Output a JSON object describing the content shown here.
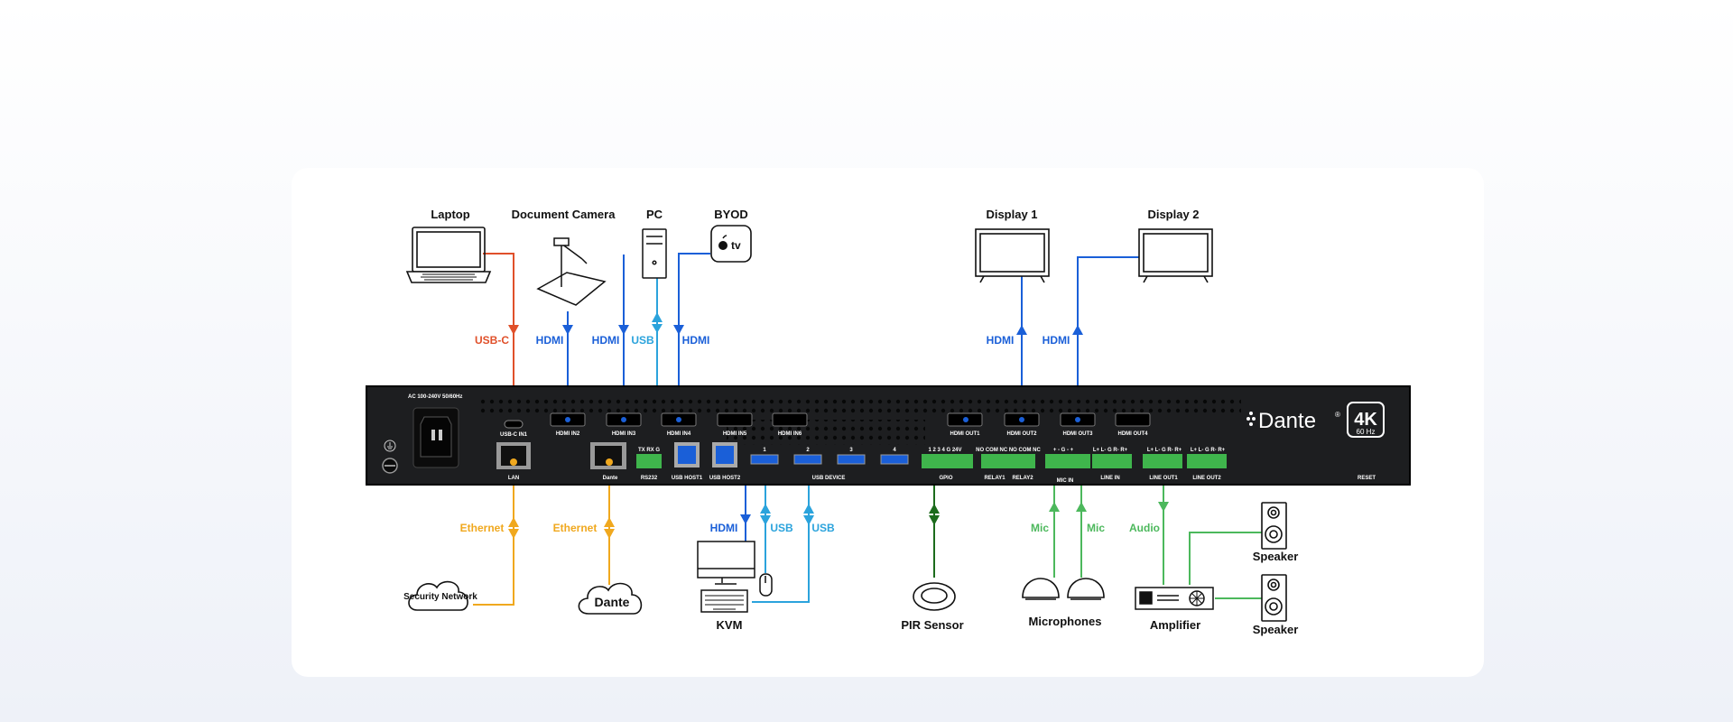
{
  "devices": {
    "laptop": "Laptop",
    "document_camera": "Document Camera",
    "pc": "PC",
    "byod": "BYOD",
    "display1": "Display 1",
    "display2": "Display 2",
    "security_network": "Security Network",
    "dante_cloud": "Dante",
    "kvm": "KVM",
    "pir_sensor": "PIR Sensor",
    "microphones": "Microphones",
    "amplifier": "Amplifier",
    "speaker_top": "Speaker",
    "speaker_bottom": "Speaker",
    "tv_logo": "tv"
  },
  "connections": {
    "usbc": "USB-C",
    "hdmi_doc": "HDMI",
    "hdmi_pc": "HDMI",
    "usb_pc": "USB",
    "hdmi_byod": "HDMI",
    "hdmi_display1": "HDMI",
    "hdmi_display2": "HDMI",
    "ethernet_lan": "Ethernet",
    "ethernet_dante": "Ethernet",
    "hdmi_kvm": "HDMI",
    "usb_kvm1": "USB",
    "usb_kvm2": "USB",
    "mic1": "Mic",
    "mic2": "Mic",
    "audio": "Audio"
  },
  "ports": {
    "power": "AC 100-240V 50/60Hz",
    "usbc_in1": "USB-C IN1",
    "lan": "LAN",
    "dante_port": "Dante",
    "hdmi_in2": "HDMI IN2",
    "hdmi_in3": "HDMI IN3",
    "hdmi_in4": "HDMI IN4",
    "hdmi_in5": "HDMI IN5",
    "hdmi_in6": "HDMI IN6",
    "rs232_pins": "TX RX G",
    "rs232": "RS232",
    "usb_host1": "USB HOST1",
    "usb_host2": "USB HOST2",
    "usb_dev_1": "1",
    "usb_dev_2": "2",
    "usb_dev_3": "3",
    "usb_dev_4": "4",
    "usb_device": "USB DEVICE",
    "gpio_pins": "1 2 3 4 G 24V",
    "gpio": "GPIO",
    "hdmi_out1": "HDMI OUT1",
    "hdmi_out2": "HDMI OUT2",
    "hdmi_out3": "HDMI OUT3",
    "hdmi_out4": "HDMI OUT4",
    "relay_pins": "NO COM NC NO COM NC",
    "relay1": "RELAY1",
    "relay2": "RELAY2",
    "mic_pins": "+ - G - +",
    "mic_in": "MIC IN",
    "line_in_pins": "L+ L- G R- R+",
    "line_in": "LINE IN",
    "line_out1_pins": "L+ L- G R- R+",
    "line_out1": "LINE OUT1",
    "line_out2_pins": "L+ L- G R- R+",
    "line_out2": "LINE OUT2",
    "reset": "RESET"
  },
  "brand": {
    "name": "Dante",
    "registered": "®",
    "resolution": "4K",
    "refresh": "60 Hz"
  },
  "colors": {
    "hdmi": "#1a5fd8",
    "usb": "#2ba3dc",
    "usbc": "#e0502a",
    "ethernet": "#f0a81e",
    "audio": "#4cb85c",
    "gpio": "#1c6b1c",
    "chassis": "#1d1e20"
  }
}
